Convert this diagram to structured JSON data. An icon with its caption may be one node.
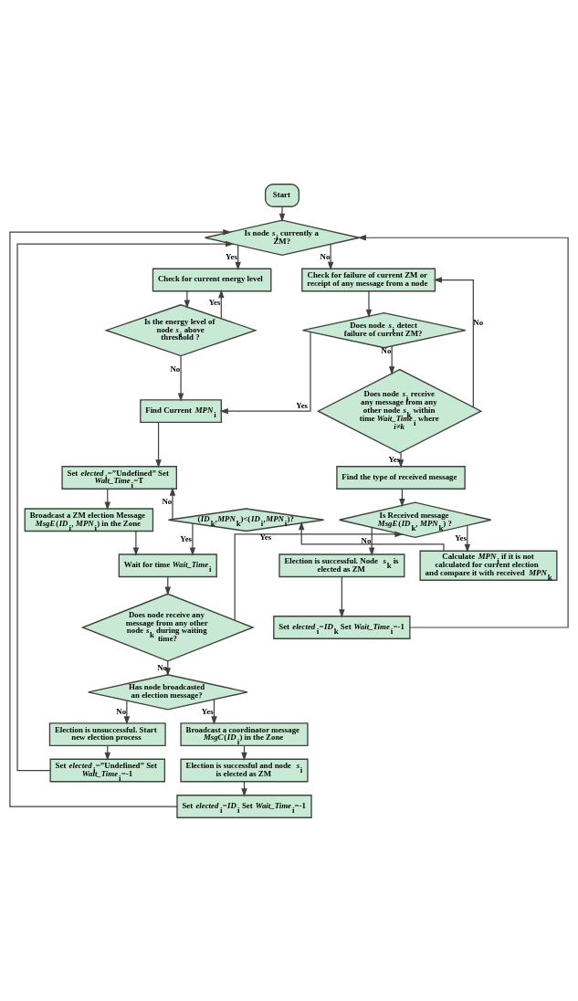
{
  "diagram": {
    "nodes": [
      {
        "text": [
          "Start"
        ]
      },
      {
        "text": [
          "Is node *s*$_{i}$ currently a ZM?"
        ]
      },
      {
        "text": [
          "Check for failure of current ZM or receipt of any message from a node"
        ]
      },
      {
        "text": [
          "Check for current energy level"
        ]
      },
      {
        "text": [
          "Is the energy level of node *s*$_{i}$ above threshold ?"
        ]
      },
      {
        "text": [
          "Does node *s*$_{i}$ detect failure of current ZM?"
        ]
      },
      {
        "text": [
          "Find Current *MPN*$_{i}$"
        ]
      },
      {
        "text": [
          "Does node *s*$_{i}$ receive any message from any other node *s*$_{k}$ within time *Wait_Time*$_{i}$ where *i≠k*"
        ]
      },
      {
        "text": [
          "Set *elected*$_{i}$=”Undefined” Set *Wait_Time*$_{i}$=T"
        ]
      },
      {
        "text": [
          "Broadcast a ZM election Message *MsgE*(*ID*$_{i}$, *MPN*$_{i}$) in the Zone"
        ]
      },
      {
        "text": [
          "Find the type of received message"
        ]
      },
      {
        "text": [
          "(*ID*$_{k}$,*MPN*$_{k}$)<(*ID*$_{i}$,*MPN*$_{i}$)?"
        ]
      },
      {
        "text": [
          "Is Received message *MsgE*(*ID*$_{k}$, *MPN*$_{k}$) ?"
        ]
      },
      {
        "text": [
          "Wait for time *Wait_Time*$_{i}$"
        ]
      },
      {
        "text": [
          "Calculate *MPN*$_{i}$ if it is not calculated for current election and compare it with received *MPN*$_{k}$"
        ]
      },
      {
        "text": [
          "Does node receive any message from any other node *s*$_{k}$ during waiting time?"
        ]
      },
      {
        "text": [
          "Election is successful. Node *s*$_{k}$ is elected as ZM"
        ]
      },
      {
        "text": [
          "Set *elected*$_{i}$=*ID*$_{k}$ Set *Wait_Time*$_{i}$=-1"
        ]
      },
      {
        "text": [
          "Has node broadcasted an election message?"
        ]
      },
      {
        "text": [
          "Election is unsuccessful. Start new election process"
        ]
      },
      {
        "text": [
          "Broadcast a coordinator message *MsgC*(*ID*$_{i}$) in the Zone"
        ]
      },
      {
        "text": [
          "Set *elected*$_{i}$=”Undefined” Set *Wait_Time*$_{i}$=-1"
        ]
      },
      {
        "text": [
          "Election is successful and node *s*$_{i}$ is elected as ZM"
        ]
      },
      {
        "text": [
          "Set *elected*$_{i}$=*ID*$_{i}$ Set *Wait_Time*$_{i}$=-1"
        ]
      }
    ],
    "edges": [
      {
        "from": 0,
        "to": 1,
        "arrow": "to"
      },
      {
        "from": 1,
        "to": 3,
        "arrow": "to",
        "label": "Yes"
      },
      {
        "from": 1,
        "to": 2,
        "arrow": "to",
        "label": "No"
      },
      {
        "from": 3,
        "to": 4,
        "arrow": "to"
      },
      {
        "from": 4,
        "to": 3,
        "arrow": "to",
        "label": "Yes"
      },
      {
        "from": 4,
        "to": 6,
        "arrow": "to",
        "label": "No"
      },
      {
        "from": 2,
        "to": 5,
        "arrow": "to"
      },
      {
        "from": 5,
        "to": 6,
        "arrow": "to",
        "label": "Yes"
      },
      {
        "from": 5,
        "to": 7,
        "arrow": "to",
        "label": "No"
      },
      {
        "from": 7,
        "to": 2,
        "arrow": "to",
        "label": "No"
      },
      {
        "from": 7,
        "to": 10,
        "arrow": "to",
        "label": "Yes"
      },
      {
        "from": 6,
        "to": 8,
        "arrow": "to"
      },
      {
        "from": 8,
        "to": 9,
        "arrow": "to"
      },
      {
        "from": 9,
        "to": 13,
        "arrow": "to"
      },
      {
        "from": 11,
        "to": 8,
        "arrow": "to",
        "label": "No"
      },
      {
        "from": 11,
        "to": 13,
        "arrow": "to",
        "label": "Yes"
      },
      {
        "from": 13,
        "to": 15,
        "arrow": "to"
      },
      {
        "from": 10,
        "to": 12,
        "arrow": "to"
      },
      {
        "from": 15,
        "to": 12,
        "arrow": "to",
        "label": "Yes"
      },
      {
        "from": 12,
        "to": 14,
        "arrow": "to",
        "label": "Yes"
      },
      {
        "from": 14,
        "to": 11,
        "arrow": "to"
      },
      {
        "from": 12,
        "to": 16,
        "arrow": "to",
        "label": "No"
      },
      {
        "from": 16,
        "to": 17,
        "arrow": "to"
      },
      {
        "from": 17,
        "to": 1,
        "arrow": "to"
      },
      {
        "from": 15,
        "to": 18,
        "arrow": "to",
        "label": "No"
      },
      {
        "from": 18,
        "to": 19,
        "arrow": "to",
        "label": "No"
      },
      {
        "from": 18,
        "to": 20,
        "arrow": "to",
        "label": "Yes"
      },
      {
        "from": 19,
        "to": 21,
        "arrow": "to"
      },
      {
        "from": 21,
        "to": 1,
        "arrow": "to"
      },
      {
        "from": 20,
        "to": 22,
        "arrow": "to"
      },
      {
        "from": 22,
        "to": 23,
        "arrow": "to"
      },
      {
        "from": 23,
        "to": 1,
        "arrow": "to"
      }
    ]
  }
}
